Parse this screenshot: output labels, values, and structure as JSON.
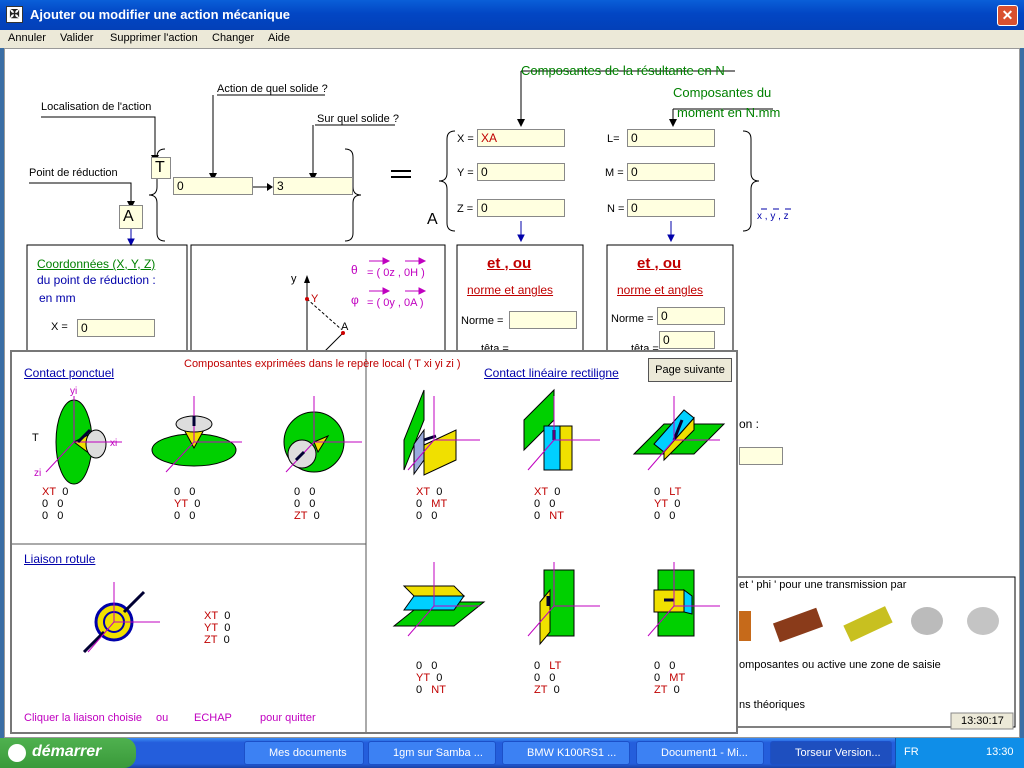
{
  "window": {
    "title": "Ajouter ou modifier une action mécanique",
    "close": "✕",
    "app_icon": "✠"
  },
  "menu": [
    "Annuler",
    "Valider",
    "Supprimer l'action",
    "Changer",
    "Aide"
  ],
  "top": {
    "localisation_label": "Localisation de l'action",
    "action_label": "Action de quel solide ?",
    "sur_label": "Sur quel solide ?",
    "point_label": "Point de réduction",
    "torseur_letter": "T",
    "from_solid": "0",
    "to_solid": "3",
    "point_value": "A",
    "equals": "=",
    "resultante_title": "Composantes de la résultante en N",
    "moment_title_1": "Composantes du",
    "moment_title_2": "moment en N.mm",
    "X_label": "X =",
    "X_value": "XA",
    "Y_label": "Y =",
    "Y_value": "0",
    "Z_label": "Z =",
    "Z_value": "0",
    "L_label": "L=",
    "L_value": "0",
    "M_label": "M =",
    "M_value": "0",
    "N_label": "N =",
    "N_value": "0",
    "A_letter": "A",
    "base_label": "x , y , z"
  },
  "coord_panel": {
    "title": "Coordonnées (X, Y, Z)",
    "line2": "du point de réduction :",
    "line3": "en mm",
    "X_label": "X =",
    "X_value": "0"
  },
  "angles_diagram": {
    "theta": "θ",
    "theta_def": "= ( 0z , 0H )",
    "phi": "φ",
    "phi_def": "= ( 0y , 0A )",
    "y_axis": "y",
    "Y_point": "Y",
    "A_point": "A"
  },
  "etou_left": {
    "title": "et , ou",
    "subtitle": "norme et angles",
    "norme_label": "Norme =",
    "tete_label": "têta ="
  },
  "etou_right": {
    "title": "et , ou",
    "subtitle": "norme et angles",
    "norme_label": "Norme =",
    "norme_value": "0",
    "tete_label": "têta =",
    "tete_value": "0"
  },
  "behind": {
    "on_label": "on :",
    "transmission": "et ' phi ' pour une transmission par",
    "composantes": "omposantes ou active une zone de saisie",
    "theoriques": "ns théoriques",
    "clock": "13:30:17"
  },
  "overlay": {
    "header": "Composantes exprimées dans le repère local ( T xi yi zi )",
    "contact_ponctuel": "Contact ponctuel",
    "contact_lineaire": "Contact linéaire rectiligne",
    "page_suivante": "Page suivante",
    "liaison_rotule": "Liaison rotule",
    "footer_1": "Cliquer la liaison choisie",
    "footer_2": "ou",
    "footer_3": "ECHAP",
    "footer_4": "pour quitter",
    "T": "T",
    "xi": "xi",
    "yi": "yi",
    "zi": "zi",
    "matrices": [
      [
        [
          "XT",
          "0"
        ],
        [
          "0",
          "0"
        ],
        [
          "0",
          "0"
        ]
      ],
      [
        [
          "0",
          "0"
        ],
        [
          "YT",
          "0"
        ],
        [
          "0",
          "0"
        ]
      ],
      [
        [
          "0",
          "0"
        ],
        [
          "0",
          "0"
        ],
        [
          "ZT",
          "0"
        ]
      ],
      [
        [
          "XT",
          "0"
        ],
        [
          "0",
          "MT"
        ],
        [
          "0",
          "0"
        ]
      ],
      [
        [
          "XT",
          "0"
        ],
        [
          "0",
          "0"
        ],
        [
          "0",
          "NT"
        ]
      ],
      [
        [
          "0",
          "LT"
        ],
        [
          "YT",
          "0"
        ],
        [
          "0",
          "0"
        ]
      ],
      [
        [
          "XT",
          "0"
        ],
        [
          "YT",
          "0"
        ],
        [
          "ZT",
          "0"
        ]
      ],
      [
        [
          "0",
          "0"
        ],
        [
          "YT",
          "0"
        ],
        [
          "0",
          "NT"
        ]
      ],
      [
        [
          "0",
          "LT"
        ],
        [
          "0",
          "0"
        ],
        [
          "ZT",
          "0"
        ]
      ],
      [
        [
          "0",
          "0"
        ],
        [
          "0",
          "MT"
        ],
        [
          "ZT",
          "0"
        ]
      ]
    ]
  },
  "taskbar": {
    "start": "démarrer",
    "tasks": [
      "Mes documents",
      "1gm sur Samba ...",
      "BMW K100RS1 ...",
      "Document1 - Mi...",
      "Torseur Version..."
    ],
    "lang": "FR",
    "time": "13:30"
  }
}
